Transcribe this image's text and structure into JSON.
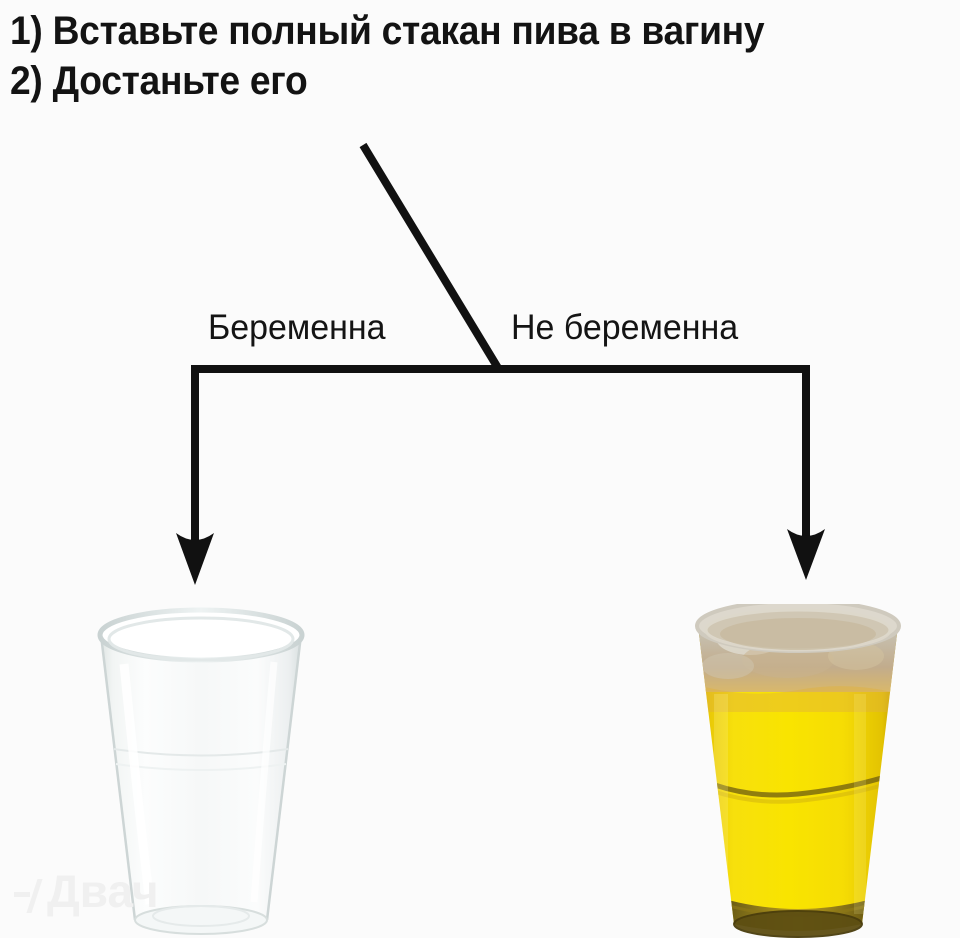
{
  "meme": {
    "background_color": "#fbfbfb",
    "text_color": "#131313",
    "instructions": [
      "1) Вставьте полный стакан пива в вагину",
      "2) Достаньте его"
    ],
    "branches": {
      "left_label": "Беременна",
      "right_label": "Не беременна"
    },
    "outcomes": {
      "left": {
        "name": "empty-plastic-cup",
        "description": "Пустой прозрачный пластиковый стакан",
        "liquid": "none",
        "cup_color": "#eef1f0"
      },
      "right": {
        "name": "full-beer-cup",
        "description": "Пластиковый стакан с пивом и пеной",
        "liquid": "beer",
        "beer_color": "#f5dc00",
        "beer_color_dark": "#d8a800",
        "foam_color": "#c9c2b4",
        "base_color": "#6b5a1e"
      }
    },
    "watermark": {
      "text": "Двач",
      "color": "#f0f0f0"
    },
    "diagram": {
      "line_color": "#111111",
      "stroke_width": 8,
      "arrow_left_name": "arrow-down-left",
      "arrow_right_name": "arrow-down-right",
      "divider_name": "diagonal-divider"
    }
  }
}
